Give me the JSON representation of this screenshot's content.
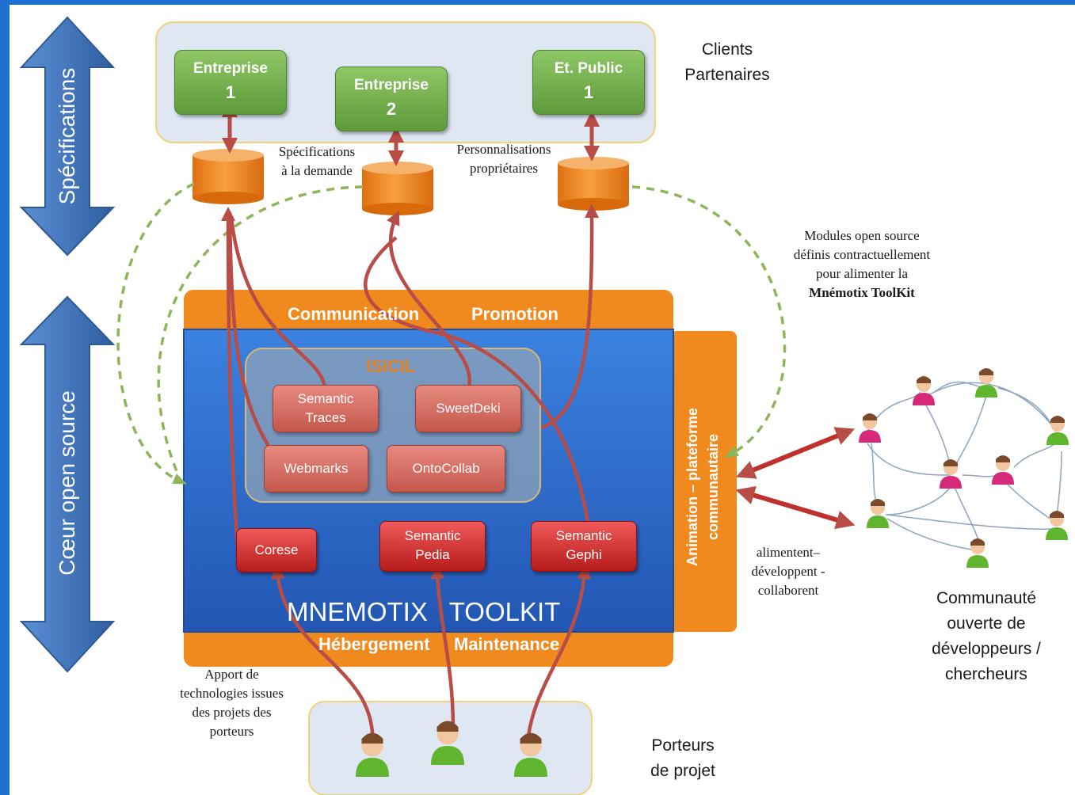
{
  "arrows_left": {
    "specifications": "Spécifications",
    "open_source_core": "Cœur open source"
  },
  "clients": {
    "header": [
      "Clients",
      "Partenaires"
    ],
    "boxes": [
      {
        "title": "Entreprise",
        "num": "1"
      },
      {
        "title": "Entreprise",
        "num": "2"
      },
      {
        "title": "Et. Public",
        "num": "1"
      }
    ]
  },
  "notes": {
    "specs_demand": [
      "Spécifications",
      "à la demande"
    ],
    "personalizations": [
      "Personnalisations",
      "propriétaires"
    ],
    "modules": [
      "Modules open source",
      "définis contractuellement",
      "pour alimenter  la",
      "Mnémotix ToolKit"
    ],
    "contribute": [
      "Apport de",
      "technologies issues",
      "des projets des",
      "porteurs"
    ],
    "feed": [
      "alimentent–",
      "développent -",
      "collaborent"
    ]
  },
  "toolkit": {
    "top_band": [
      "Communication",
      "Promotion"
    ],
    "bottom_band": [
      "Hébergement",
      "Maintenance"
    ],
    "side_band": [
      "Animation – plateforme",
      "communautaire"
    ],
    "title": "MNEMOTIX   TOOLKIT",
    "isicil": {
      "label": "ISICIL",
      "modules": [
        [
          "Semantic",
          "Traces"
        ],
        [
          "SweetDeki"
        ],
        [
          "Webmarks"
        ],
        [
          "OntoCollab"
        ]
      ]
    },
    "core_modules": [
      [
        "Corese"
      ],
      [
        "Semantic",
        "Pedia"
      ],
      [
        "Semantic",
        "Gephi"
      ]
    ]
  },
  "community": [
    "Communauté",
    "ouverte de",
    "développeurs /",
    "chercheurs"
  ],
  "project_owners": [
    "Porteurs",
    "de projet"
  ],
  "colors": {
    "frame_blue": "#1f6fd1",
    "arrow_blue": "#3d72b5",
    "toolkit_blue": "#2f6fd4",
    "orange": "#f08a1f",
    "green": "#6aaa3e",
    "red": "#c0312e",
    "connector_red": "#b84c46",
    "dashed_green": "#8fb45a"
  }
}
